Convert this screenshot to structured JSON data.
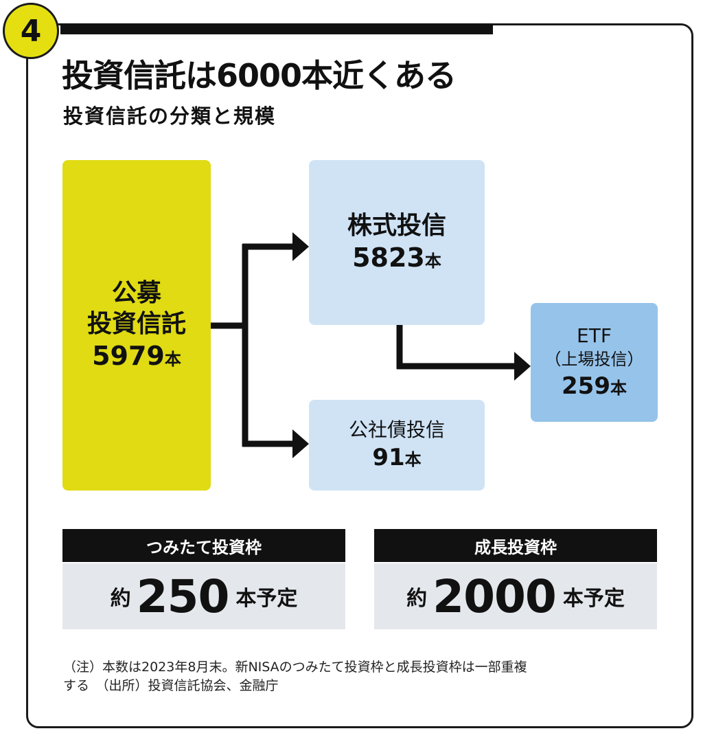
{
  "badge_number": "4",
  "title": "投資信託は6000本近くある",
  "subtitle": "投資信託の分類と規模",
  "diagram": {
    "public_trust": {
      "line1": "公募",
      "line2": "投資信託",
      "count": "5979",
      "unit": "本"
    },
    "stock_trust": {
      "label": "株式投信",
      "count": "5823",
      "unit": "本"
    },
    "bond_trust": {
      "label": "公社債投信",
      "count": "91",
      "unit": "本"
    },
    "etf": {
      "label": "ETF",
      "sublabel": "（上場投信）",
      "count": "259",
      "unit": "本"
    }
  },
  "slots": {
    "tsumitate": {
      "header": "つみたて投資枠",
      "prefix": "約",
      "value": "250",
      "suffix": "本予定"
    },
    "growth": {
      "header": "成長投資枠",
      "prefix": "約",
      "value": "2000",
      "suffix": "本予定"
    }
  },
  "footnote": {
    "line1": "（注）本数は2023年8月末。新NISAのつみたて投資枠と成長投資枠は一部重複",
    "line2": "する　（出所）投資信託協会、金融庁"
  },
  "colors": {
    "accent_yellow": "#e0db13",
    "light_blue": "#cfe3f5",
    "mid_blue": "#96c3ea",
    "slot_gray": "#e4e8ec",
    "black": "#111111"
  }
}
